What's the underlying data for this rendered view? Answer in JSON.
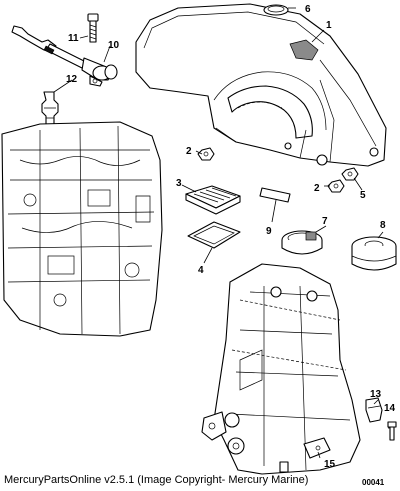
{
  "diagram": {
    "callouts": [
      {
        "id": "c1",
        "label": "1"
      },
      {
        "id": "c2a",
        "label": "2"
      },
      {
        "id": "c2b",
        "label": "2"
      },
      {
        "id": "c3",
        "label": "3"
      },
      {
        "id": "c4",
        "label": "4"
      },
      {
        "id": "c5",
        "label": "5"
      },
      {
        "id": "c6",
        "label": "6"
      },
      {
        "id": "c7",
        "label": "7"
      },
      {
        "id": "c8",
        "label": "8"
      },
      {
        "id": "c9",
        "label": "9"
      },
      {
        "id": "c10",
        "label": "10"
      },
      {
        "id": "c11",
        "label": "11"
      },
      {
        "id": "c12",
        "label": "12"
      },
      {
        "id": "c13",
        "label": "13"
      },
      {
        "id": "c14",
        "label": "14"
      },
      {
        "id": "c15",
        "label": "15"
      }
    ]
  },
  "footer": {
    "text": "MercuryPartsOnline v2.5.1 (Image Copyright- Mercury Marine)",
    "figure_ref": "00041"
  }
}
